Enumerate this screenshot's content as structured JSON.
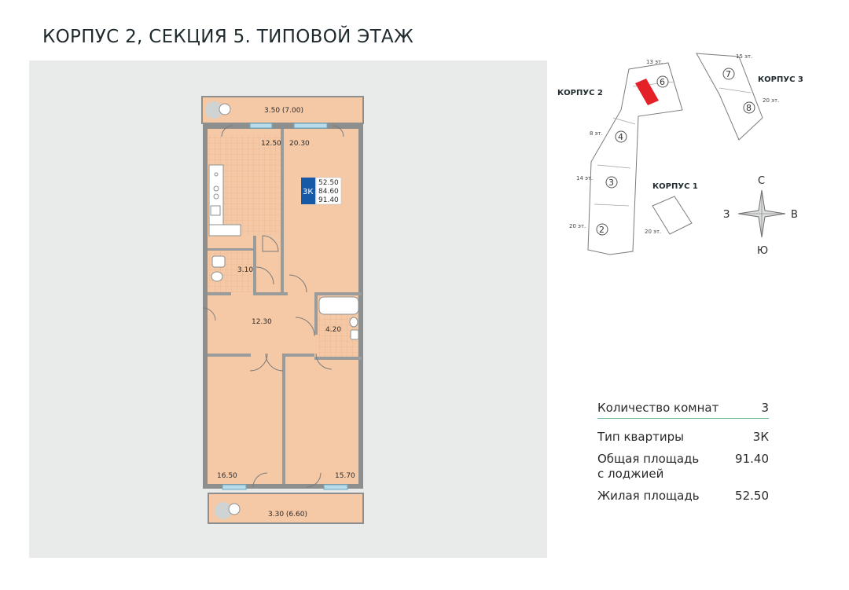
{
  "title": "КОРПУС 2, СЕКЦИЯ 5. ТИПОВОЙ ЭТАЖ",
  "plan": {
    "rooms": {
      "loggia_top": "3.50 (7.00)",
      "kitchen": "12.50",
      "living": "20.30",
      "bathroom_small": "3.10",
      "hall": "12.30",
      "bathroom": "4.20",
      "bedroom_left": "16.50",
      "bedroom_right": "15.70",
      "loggia_bottom": "3.30 (6.60)"
    },
    "badge": {
      "type": "3К",
      "living_area": "52.50",
      "total_area": "84.60",
      "area_with_loggia": "91.40",
      "color": "#1659a6"
    },
    "colors": {
      "room": "#f6c9a6",
      "wall": "#8d8f8f",
      "panel": "#e9eaea"
    }
  },
  "site": {
    "buildings": {
      "b1": "КОРПУС 1",
      "b2": "КОРПУС 2",
      "b3": "КОРПУС 3"
    },
    "floors": {
      "s6": "13 эт.",
      "s4": "8 эт.",
      "s3": "14 эт.",
      "s2": "20 эт.",
      "s7": "15 эт.",
      "s8": "20 эт.",
      "b1": "20 эт."
    },
    "sections": {
      "s2": "2",
      "s3": "3",
      "s4": "4",
      "s6": "6",
      "s7": "7",
      "s8": "8"
    },
    "highlight_color": "#e32127",
    "compass": {
      "n": "С",
      "s": "Ю",
      "w": "З",
      "e": "В"
    }
  },
  "info": {
    "rooms_count": {
      "label": "Количество комнат",
      "value": "3"
    },
    "apartment_type": {
      "label": "Тип квартиры",
      "value": "3К"
    },
    "total_area": {
      "label_line1": "Общая площадь",
      "label_line2": "с лоджией",
      "value": "91.40"
    },
    "living_area": {
      "label": "Жилая площадь",
      "value": "52.50"
    },
    "accent_color": "#5fb98c"
  }
}
